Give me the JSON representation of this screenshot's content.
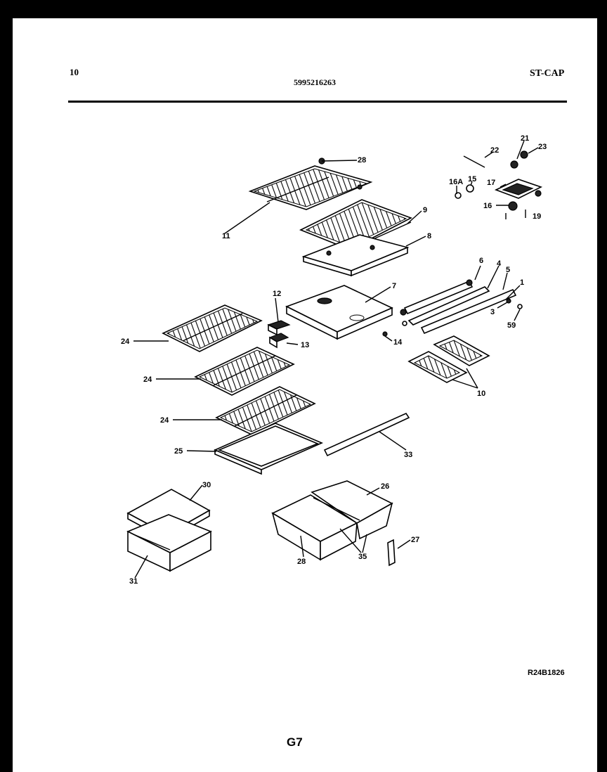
{
  "header": {
    "left": "10",
    "center": "5995216263",
    "right": "ST-CAP"
  },
  "footer": {
    "code": "R24B1826",
    "page_id": "G7"
  },
  "callouts": [
    "28",
    "22",
    "21",
    "23",
    "16A",
    "15",
    "17",
    "16",
    "19",
    "9",
    "11",
    "8",
    "6",
    "4",
    "5",
    "1",
    "3",
    "59",
    "7",
    "12",
    "13",
    "14",
    "24",
    "24",
    "24",
    "10",
    "25",
    "33",
    "30",
    "26",
    "27",
    "35",
    "28",
    "31"
  ]
}
